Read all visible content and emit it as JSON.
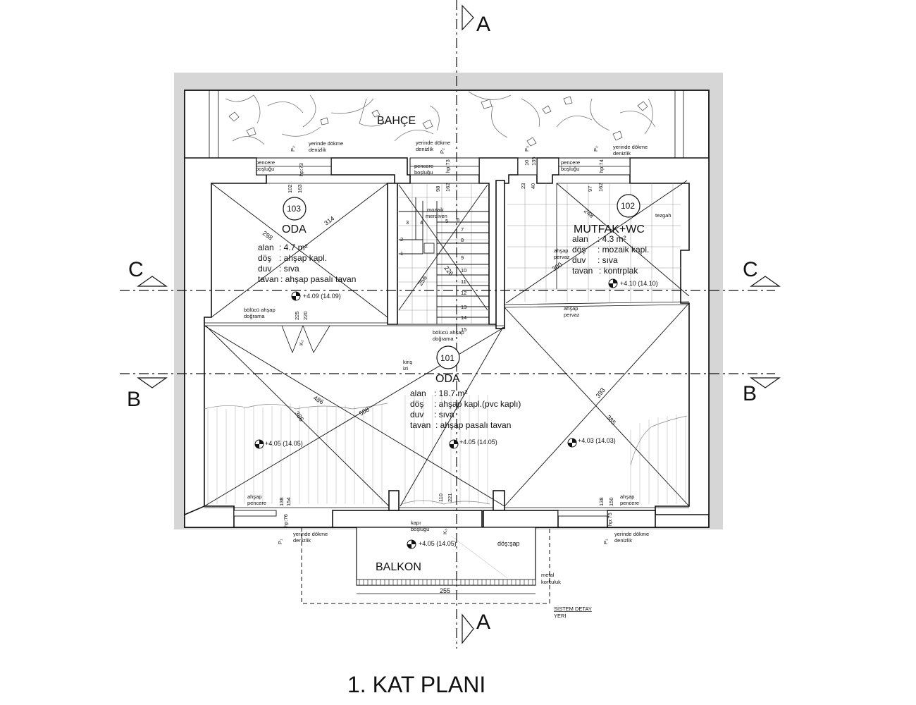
{
  "title": "1. KAT  PLANI",
  "sections": {
    "a": "A",
    "b": "B",
    "c": "C"
  },
  "garden": {
    "label": "BAHÇE"
  },
  "balcony": {
    "label": "BALKON",
    "level": "+4.05 (14.05)",
    "floor": "döş:şap",
    "railing": [
      "metal",
      "korkuluk"
    ],
    "width": "255",
    "system_detail": [
      "SİSTEM DETAY",
      "YERİ"
    ]
  },
  "rooms": {
    "r103": {
      "number": "103",
      "name": "ODA",
      "rows": [
        [
          "alan",
          ": 4.7 m²"
        ],
        [
          "döş",
          ": ahşap kapl."
        ],
        [
          "duv",
          ": sıva"
        ],
        [
          "tavan",
          ": ahşap pasalı tavan"
        ]
      ],
      "level": "+4.09 (14.09)",
      "diag1": "298",
      "diag2": "314"
    },
    "r102": {
      "number": "102",
      "name": "MUTFAK+WC",
      "rows": [
        [
          "alan",
          ": 4.3 m²"
        ],
        [
          "döş",
          ": mozaik kapl."
        ],
        [
          "duv",
          ": sıva"
        ],
        [
          "tavan",
          ": kontrplak"
        ]
      ],
      "level": "+4.10 (14.10)",
      "diag1": "248",
      "diag2": "300",
      "counter": "tezgah"
    },
    "r101": {
      "number": "101",
      "name": "ODA",
      "rows": [
        [
          "alan",
          ": 18.7 m²"
        ],
        [
          "döş",
          ": ahşap kapl.(pvc kaplı)"
        ],
        [
          "duv",
          ": sıva"
        ],
        [
          "tavan",
          ": ahşap pasalı tavan"
        ]
      ],
      "level_left": "+4.05 (14.05)",
      "level_mid": "+4.05 (14.05)",
      "level_right": "+4.03 (14.03)",
      "dims": [
        "386",
        "486",
        "508",
        "393",
        "385"
      ]
    }
  },
  "stair": {
    "label": [
      "mozaik",
      "merdiven"
    ],
    "diag1": "226",
    "diag2": "256",
    "steps": [
      "1",
      "2",
      "3",
      "4",
      "5",
      "6",
      "7",
      "8",
      "9",
      "10",
      "11",
      "12",
      "13",
      "14",
      "15"
    ]
  },
  "notes": {
    "pencere": [
      "pencere",
      "boşluğu"
    ],
    "denizlik": [
      "yerinde dökme",
      "denizlik"
    ],
    "ahsap_pencere": [
      "ahşap",
      "pencere"
    ],
    "ahsap_pervaz": [
      "ahşap",
      "pervaz"
    ],
    "bolucu": [
      "bölücü ahşap",
      "doğrama"
    ],
    "kiris": [
      "kiriş",
      "izi"
    ],
    "kapi": [
      "kapı",
      "boşluğu"
    ]
  },
  "window_labels": {
    "p2": "P₂",
    "p1": "P₁",
    "p3": "P₃",
    "k1": "K₁",
    "k2": "K₂",
    "k3": "K₃",
    "hp73": "hp:73",
    "hp74": "hp:74",
    "hp76": "hp:76",
    "hp75": "hp:75",
    "hp59": "hp",
    "d102": "102",
    "d163": "163",
    "d98": "98",
    "d162": "162",
    "d23": "23",
    "d40": "40",
    "d97": "97",
    "d162b": "162",
    "d10": "10",
    "d135": "135",
    "d225": "225",
    "d220": "220",
    "d138": "138",
    "d154": "154",
    "d110": "110",
    "d221": "221",
    "d138b": "138",
    "d150": "150"
  }
}
